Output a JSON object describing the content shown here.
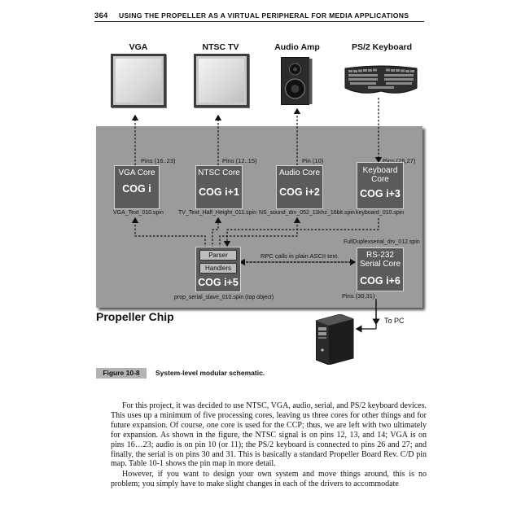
{
  "header": {
    "page_number": "364",
    "running_title": "USING THE PROPELLER AS A VIRTUAL PERIPHERAL FOR MEDIA APPLICATIONS"
  },
  "devices": [
    {
      "label": "VGA",
      "icon": "monitor-icon"
    },
    {
      "label": "NTSC TV",
      "icon": "monitor-icon"
    },
    {
      "label": "Audio Amp",
      "icon": "speaker-icon"
    },
    {
      "label": "PS/2 Keyboard",
      "icon": "keyboard-icon"
    }
  ],
  "cogs": [
    {
      "name": "VGA Core",
      "id": "COG i",
      "pins": "Pins (16..23)",
      "file": "VGA_Text_010.spin"
    },
    {
      "name": "NTSC Core",
      "id": "COG i+1",
      "pins": "Pins (12..15)",
      "file": "TV_Text_Half_Height_011.spin"
    },
    {
      "name": "Audio Core",
      "id": "COG i+2",
      "pins": "Pin (10)",
      "file": "NS_sound_drv_052_11khz_16bit.spin"
    },
    {
      "name_line1": "Keyboard",
      "name_line2": "Core",
      "id": "COG i+3",
      "pins": "Pins (26,27)",
      "file": "keyboard_010.spin"
    }
  ],
  "main_cog": {
    "parser": "Parser",
    "handlers": "Handlers",
    "id": "COG i+5",
    "file": "prop_serial_slave_010.spin (top object)"
  },
  "serial_cog": {
    "name_line1": "RS-232",
    "name_line2": "Serial Core",
    "id": "COG i+6",
    "file": "FullDuplexserial_drv_012.spin",
    "pins": "Pins (30,31)"
  },
  "rpc_label": "RPC calls in plain ASCII text.",
  "chip_label": "Propeller Chip",
  "to_pc_label": "To PC",
  "pc_icon": "pc-tower-icon",
  "figure": {
    "tag": "Figure 10-8",
    "caption": "System-level modular schematic."
  },
  "body": {
    "p1": "For this project, it was decided to use NTSC, VGA, audio, serial, and PS/2 keyboard devices. This uses up a minimum of five processing cores, leaving us three cores for other things and for future expansion. Of course, one core is used for the CCP; thus, we are left with two ultimately for expansion. As shown in the figure, the NTSC signal is on pins 12, 13, and 14; VGA is on pins 16…23; audio is on pin 10 (or 11); the PS/2 keyboard is connected to pins 26 and 27; and finally, the serial is on pins 30 and 31. This is basically a standard Propeller Board Rev. C/D pin map. Table 10-1 shows the pin map in more detail.",
    "p2": "However, if you want to design your own system and move things around, this is no problem; you simply have to make slight changes in each of the drivers to accommodate"
  }
}
